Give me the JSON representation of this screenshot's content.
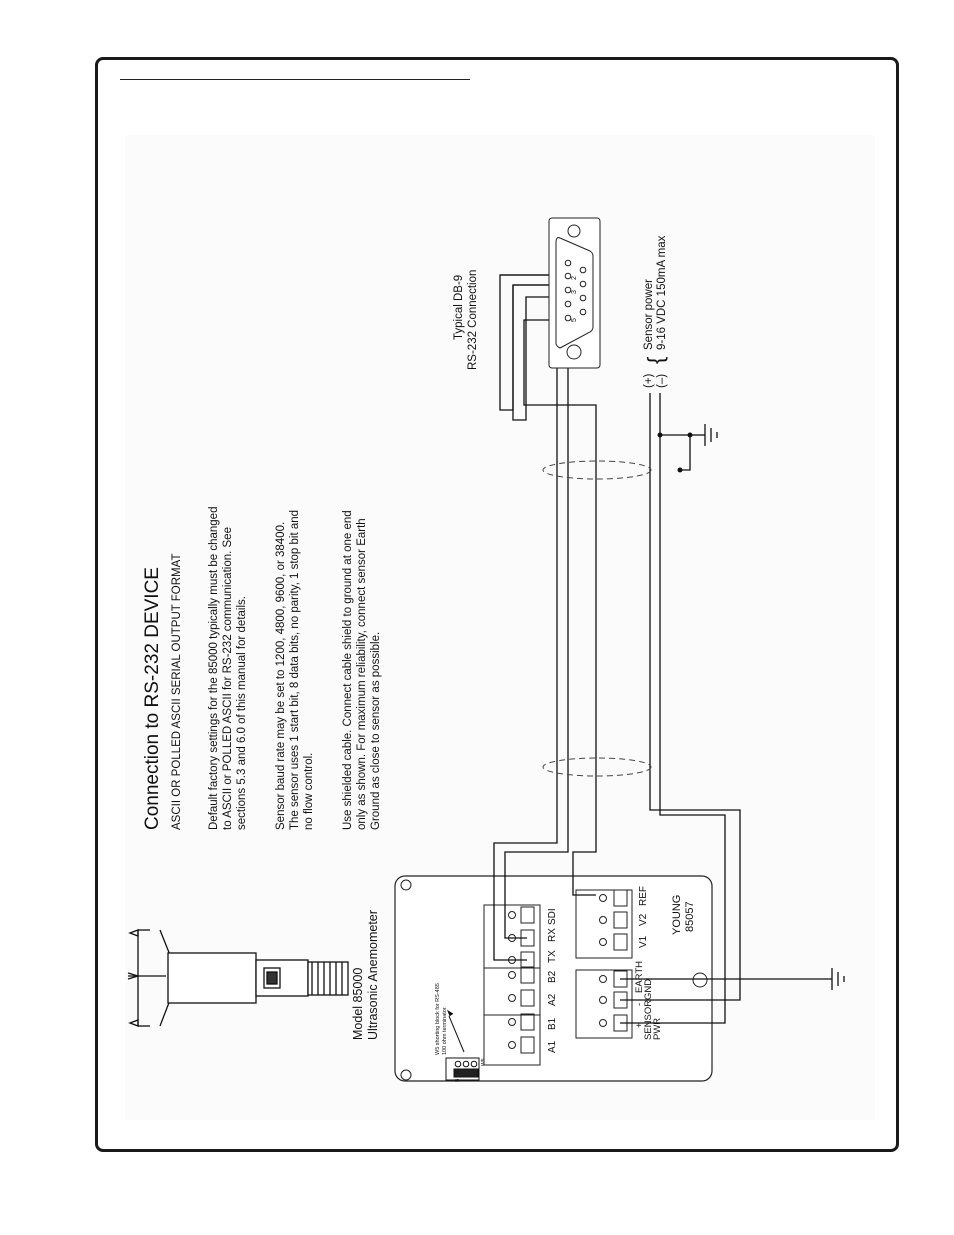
{
  "title": "Connection to RS-232 DEVICE",
  "subtitle": "ASCII OR POLLED ASCII SERIAL OUTPUT FORMAT",
  "paragraphs": [
    [
      "Default factory settings for the 85000 typically must be changed",
      "to ASCII or POLLED ASCII for RS-232 communication. See",
      "sections 5.3 and 6.0 of this manual for details."
    ],
    [
      "Sensor baud rate may be set to 1200, 4800, 9600, or 38400.",
      "The sensor uses 1 start bit, 8 data bits, no parity, 1 stop bit and",
      "no flow control."
    ],
    [
      "Use shielded cable. Connect cable shield to ground at one end",
      "only as shown. For maximum reliability, connect sensor Earth",
      "Ground as close to sensor as possible."
    ]
  ],
  "db9": {
    "label": [
      "Typical DB-9",
      "RS-232 Connection"
    ],
    "pins": [
      "1",
      "2",
      "3",
      "4",
      "5",
      "6",
      "7",
      "8",
      "9"
    ],
    "pin_labels": [
      "2",
      "3",
      "5"
    ]
  },
  "power": {
    "plus": "(+)",
    "minus": "(–)",
    "label": [
      "Sensor power",
      "9-16 VDC 150mA max"
    ]
  },
  "sensor": {
    "label": [
      "Model 85000",
      "Ultrasonic Anemometer"
    ]
  },
  "board": {
    "jumper_note": [
      "W5 shorting block for RS-485",
      "100 ohm terminator."
    ],
    "jumper_pins": [
      "W5",
      "A",
      "B"
    ],
    "terminal_labels": [
      "A1",
      "B1",
      "A2",
      "B2",
      "TX",
      "RX",
      "SDI"
    ],
    "power_marks": [
      "+",
      "-"
    ],
    "power_labels": [
      "SENSOR",
      "PWR",
      "EARTH",
      "GND"
    ],
    "output_labels": [
      "V1",
      "V2",
      "REF"
    ],
    "brand": [
      "YOUNG",
      "85057"
    ]
  }
}
